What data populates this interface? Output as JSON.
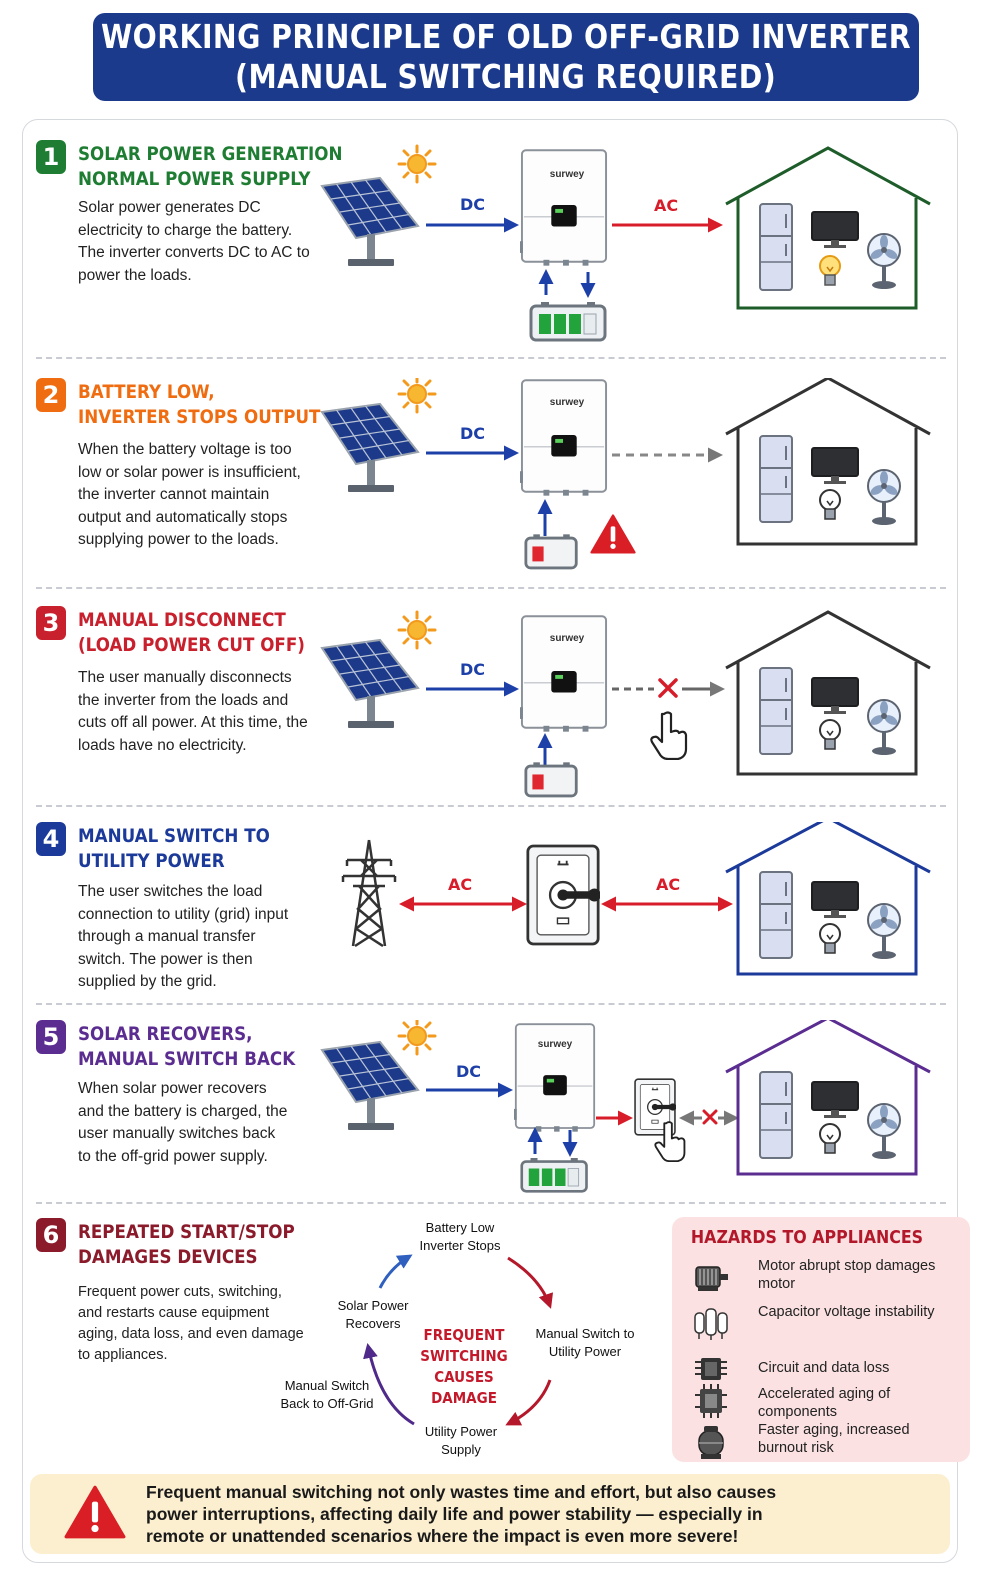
{
  "header": {
    "title_line1": "WORKING PRINCIPLE OF OLD OFF-GRID INVERTER",
    "title_line2": "(MANUAL SWITCHING REQUIRED)"
  },
  "colors": {
    "banner": "#1b3a8c",
    "dc_arrow": "#1d3fa8",
    "ac_arrow": "#d81d2a",
    "step1": "#1e7d32",
    "step2": "#ef6c10",
    "step3": "#c8202c",
    "step4": "#1b3a9a",
    "step5": "#5b2d91",
    "step6": "#8b1a2b"
  },
  "inverter_brand": "surwey",
  "steps": [
    {
      "number": "1",
      "title_line1": "SOLAR POWER GENERATION",
      "title_line2": "NORMAL POWER SUPPLY",
      "desc": "Solar power generates DC electricity to charge the battery. The inverter converts DC to AC to power the loads.",
      "arrow_in": "DC",
      "arrow_out": "AC"
    },
    {
      "number": "2",
      "title_line1": "BATTERY LOW,",
      "title_line2": "INVERTER STOPS OUTPUT",
      "desc": "When the battery voltage is too low or solar power is insufficient, the inverter cannot maintain output and automatically stops supplying power to the loads.",
      "arrow_in": "DC"
    },
    {
      "number": "3",
      "title_line1": "MANUAL DISCONNECT",
      "title_line2": "(LOAD POWER CUT OFF)",
      "desc": "The user manually disconnects the inverter from the loads and cuts off all power. At this time, the loads have no electricity.",
      "arrow_in": "DC"
    },
    {
      "number": "4",
      "title_line1": "MANUAL SWITCH TO",
      "title_line2": "UTILITY POWER",
      "desc": "The user switches the load connection to utility (grid) input through a manual transfer switch. The power is then supplied by the grid.",
      "arrow_in": "AC",
      "arrow_out": "AC"
    },
    {
      "number": "5",
      "title_line1": "SOLAR RECOVERS,",
      "title_line2": "MANUAL SWITCH BACK",
      "desc": "When solar power recovers and the battery is charged, the user manually switches back to the off-grid power supply.",
      "arrow_in": "DC"
    },
    {
      "number": "6",
      "title_line1": "REPEATED START/STOP",
      "title_line2": "DAMAGES DEVICES",
      "desc": "Frequent power cuts, switching, and restarts cause equipment aging, data loss, and even damage to appliances."
    }
  ],
  "cycle": {
    "top": "Battery Low Inverter Stops",
    "right": "Manual Switch to Utility Power",
    "bottom": "Utility Power Supply",
    "bottom_left": "Manual Switch Back to Off-Grid",
    "left": "Solar Power Recovers",
    "center": "FREQUENT SWITCHING CAUSES DAMAGE"
  },
  "hazards": {
    "title": "HAZARDS TO APPLIANCES",
    "items": [
      {
        "icon": "motor-icon",
        "text": "Motor abrupt stop damages motor"
      },
      {
        "icon": "capacitor-icon",
        "text": "Capacitor voltage instability"
      },
      {
        "icon": "chip-icon",
        "text": "Circuit and data loss"
      },
      {
        "icon": "circuit-board-icon",
        "text": "Accelerated aging of components"
      },
      {
        "icon": "compressor-icon",
        "text": "Faster aging, increased burnout risk"
      }
    ]
  },
  "warning": {
    "text": "Frequent manual switching not only wastes time and effort, but also causes power interruptions, affecting daily life and power stability — especially in remote or unattended scenarios where the impact is even more severe!"
  }
}
